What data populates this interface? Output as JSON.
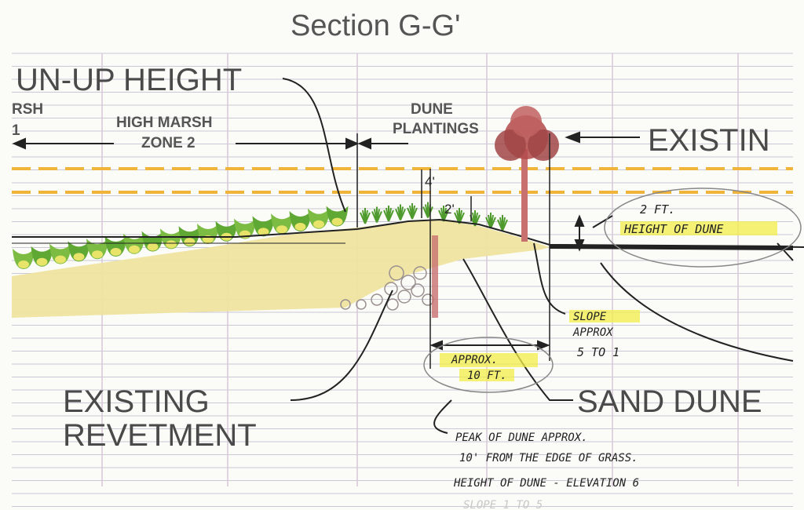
{
  "title": "Section G-G'",
  "labels": {
    "runup": "UN-UP HEIGHT",
    "marsh": "RSH",
    "marsh_zone": "1",
    "high_marsh_1": "HIGH MARSH",
    "high_marsh_2": "ZONE 2",
    "dune_plantings_1": "DUNE",
    "dune_plantings_2": "PLANTINGS",
    "existing": "EXISTIN",
    "dim_4": "4'",
    "dim_2": "2'",
    "existing_revetment_1": "EXISTING",
    "existing_revetment_2": "REVETMENT",
    "sand_dune": "SAND DUNE"
  },
  "notes": {
    "height_1": "2 FT.",
    "height_2": "HEIGHT OF DUNE",
    "slope_1": "SLOPE",
    "slope_2": "APPROX",
    "slope_3": "5 TO 1",
    "approx_1": "APPROX.",
    "approx_2": "10 FT.",
    "peak_1": "PEAK OF DUNE APPROX.",
    "peak_2": "10' FROM THE EDGE OF GRASS.",
    "peak_3": "HEIGHT OF DUNE - ELEVATION 6",
    "faded": "SLOPE 1 TO 5"
  },
  "colors": {
    "sand": "#efe4a0",
    "grass": "#6fb23a",
    "tree": "#b34a4a",
    "highlight": "#f2ee4a",
    "dash": "#f0b43a"
  }
}
